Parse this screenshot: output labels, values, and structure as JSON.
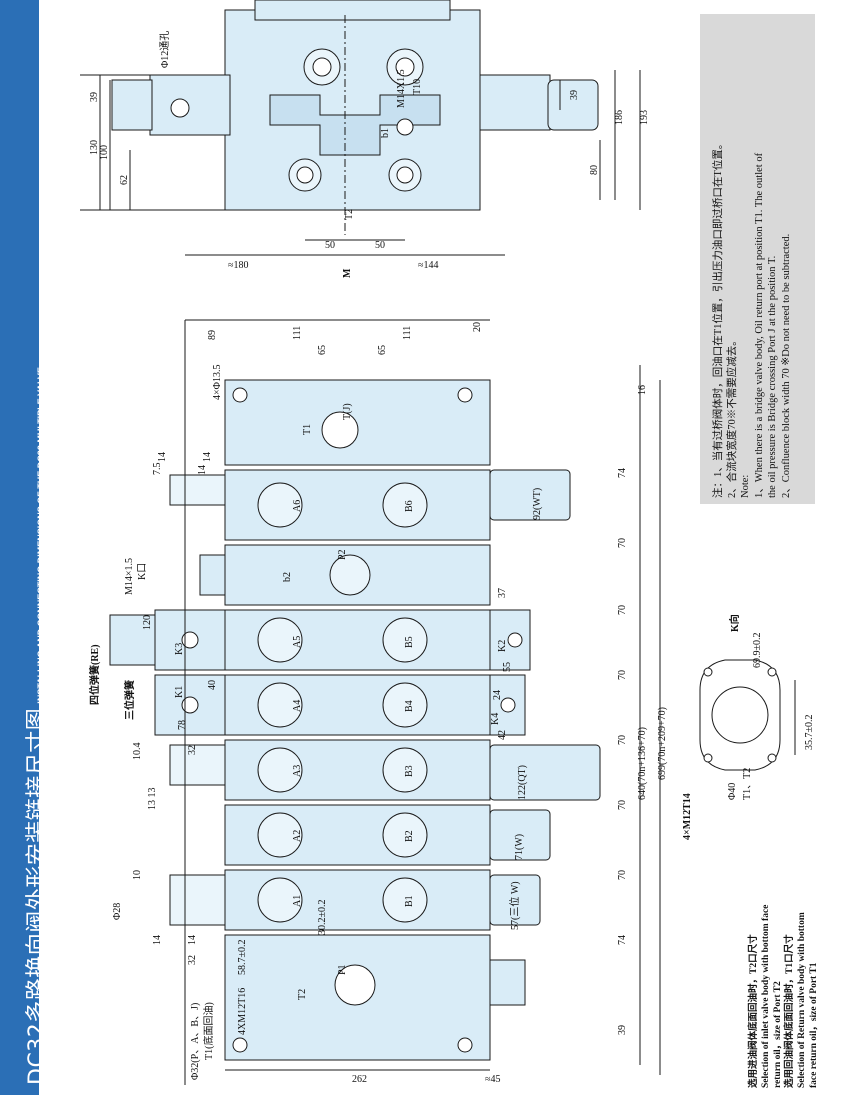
{
  "sidebar": {
    "title_cn": "DC32多路换向阀外形安装链接尺寸图",
    "title_en": "INSTALLING AND CONNECTING DIMENSIONS OF THE DC32 MULTIPLE VALVE"
  },
  "notes": {
    "cn1": "注：1、当有过桥阀体时，回油口在T1位置，引出压力油口即过桥口在T位置。",
    "cn2": "2、合流块宽度70※不需要应减去。",
    "en_head": "Note:",
    "en1a": "1、When there is a bridge valve body, Oil return port at position T1. The outlet of",
    "en1b": "the oil pressure is Bridge crossing Port J at the position T.",
    "en2": "2、Confluence block width 70 ※Do not need to be subtracted."
  },
  "bottom_notes": {
    "l1": "选用进油阀体底面回油时，T2口尺寸",
    "l2": "Selection of inlet valve body with bottom face",
    "l3": "return oil，size of Port T2",
    "l4": "选用回油阀体底面回油时，T1口尺寸",
    "l5": "Selection of Return valve body with bottom",
    "l6": "face return oil，size of Port T1"
  },
  "labels": {
    "view_m": "M",
    "view_k": "K向",
    "m14_top": "M14X1.5",
    "t10": "T10",
    "b1_top": "b1",
    "t2_top": "T2",
    "phi12": "Φ12通孔",
    "d_130": "130",
    "d_100": "100",
    "d_62": "62",
    "d_39a": "39",
    "d_39b": "39",
    "d_80": "80",
    "d_186": "186",
    "d_193": "193",
    "d_50a": "50",
    "d_50b": "50",
    "d_180": "≈180",
    "d_144": "≈144",
    "d_89": "89",
    "d_111a": "111",
    "d_111b": "111",
    "d_65a": "65",
    "d_65b": "65",
    "d_20": "20",
    "d_16": "16",
    "d_4x135": "4×Φ13.5",
    "d_74a": "74",
    "d_70a": "70",
    "d_70b": "70",
    "d_70c": "70",
    "d_70d": "70",
    "d_70e": "70",
    "d_70f": "70",
    "d_74b": "74",
    "d_39c": "39",
    "d_640": "640(70n+136+70)",
    "d_699": "699(70n+209+70)",
    "d_262": "262",
    "d_45": "≈45",
    "d_37": "37",
    "d_55": "55",
    "d_42": "42",
    "d_24": "24",
    "d_14a": "14",
    "d_14b": "14",
    "d_75": "7.5",
    "d_14c": "14",
    "d_120": "120",
    "d_40": "40",
    "d_78": "78",
    "d_32": "32",
    "d_104": "10.4",
    "d_1313": "13 13",
    "d_10b": "10",
    "d_phi28": "Φ28",
    "d_14d": "14",
    "d_14e": "14",
    "d_32b": "32",
    "d_587": "58.7±0.2",
    "d_302": "30.2±0.2",
    "p_t1": "T1",
    "p_t": "T(J)",
    "p_a6": "A6",
    "p_b6": "B6",
    "p_92": "92(WT)",
    "p_b2": "b2",
    "p_p2": "P2",
    "p_m14k": "M14×1.5",
    "p_kk": "K口",
    "p_sw": "三位弹簧",
    "p_k3": "K3",
    "p_a5": "A5",
    "p_b5": "B5",
    "p_k2": "K2",
    "p_jw": "四位弹簧(RE)",
    "p_k1": "K1",
    "p_a4": "A4",
    "p_b4": "B4",
    "p_k4": "K4",
    "p_a3": "A3",
    "p_b3": "B3",
    "p_122": "122(QT)",
    "p_a2": "A2",
    "p_b2b": "B2",
    "p_71": "71(W)",
    "p_a1": "A1",
    "p_b1": "B1",
    "p_57": "57(三位 W)",
    "p_t2": "T2",
    "p_p1": "P1",
    "p_4xm12a": "4XM12T16",
    "p_phi32": "Φ32(P、A、B、J)",
    "p_t_bot": "T1(底面回油)",
    "k_4xm12": "4×M12T14",
    "k_phi40": "Φ40",
    "k_t1t2": "T1、T2",
    "k_699": "69.9±0.2",
    "k_357": "35.7±0.2"
  },
  "colors": {
    "sidebar": "#2b6fb6",
    "valve_fill": "#d9ecf7",
    "line": "#1a1a1a",
    "note_bg": "#d9d9d9"
  }
}
